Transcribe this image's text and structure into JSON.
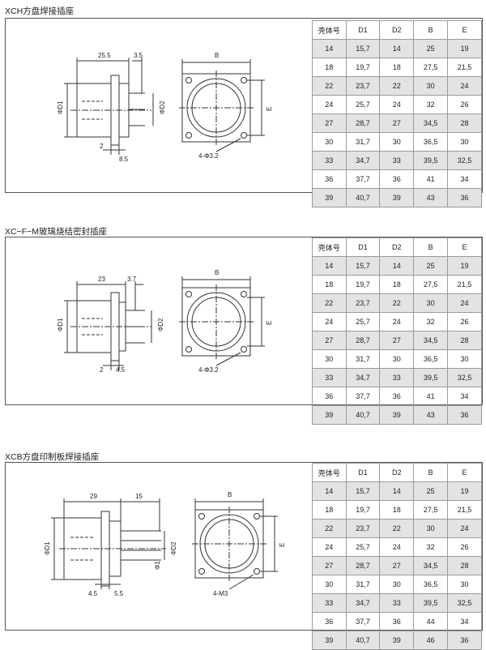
{
  "headers": [
    "壳体号",
    "D1",
    "D2",
    "B",
    "E"
  ],
  "sections": [
    {
      "title": "XCH方盘焊接插座",
      "dims": {
        "top_a": "25.5",
        "top_b": "3.5",
        "d1": "ΦD1",
        "d2": "ΦD2",
        "b": "B",
        "e": "E",
        "bot_a": "2",
        "bot_b": "8.5",
        "holes": "4-Φ3.2"
      },
      "rows": [
        [
          "14",
          "15,7",
          "14",
          "25",
          "19"
        ],
        [
          "18",
          "19,7",
          "18",
          "27,5",
          "21,5"
        ],
        [
          "22",
          "23,7",
          "22",
          "30",
          "24"
        ],
        [
          "24",
          "25,7",
          "24",
          "32",
          "26"
        ],
        [
          "27",
          "28,7",
          "27",
          "34,5",
          "28"
        ],
        [
          "30",
          "31,7",
          "30",
          "36,5",
          "30"
        ],
        [
          "33",
          "34,7",
          "33",
          "39,5",
          "32,5"
        ],
        [
          "36",
          "37,7",
          "36",
          "41",
          "34"
        ],
        [
          "39",
          "40,7",
          "39",
          "43",
          "36"
        ]
      ]
    },
    {
      "title": "XC−F−M玻璃烧结密封插座",
      "dims": {
        "top_a": "23",
        "top_b": "3.7",
        "d1": "ΦD1",
        "d2": "ΦD2",
        "b": "B",
        "e": "E",
        "bot_a": "2",
        "bot_b": "4.5",
        "holes": "4-Φ3.2"
      },
      "rows": [
        [
          "14",
          "15,7",
          "14",
          "25",
          "19"
        ],
        [
          "18",
          "19,7",
          "18",
          "27,5",
          "21,5"
        ],
        [
          "22",
          "23,7",
          "22",
          "30",
          "24"
        ],
        [
          "24",
          "25,7",
          "24",
          "32",
          "26"
        ],
        [
          "27",
          "28,7",
          "27",
          "34,5",
          "28"
        ],
        [
          "30",
          "31,7",
          "30",
          "36,5",
          "30"
        ],
        [
          "33",
          "34,7",
          "33",
          "39,5",
          "32,5"
        ],
        [
          "36",
          "37,7",
          "36",
          "41",
          "34"
        ],
        [
          "39",
          "40,7",
          "39",
          "43",
          "36"
        ]
      ]
    },
    {
      "title": "XCB方盘印制板焊接插座",
      "dims": {
        "top_a": "29",
        "top_b": "15",
        "d1": "ΦD1",
        "d2": "ΦD2",
        "b": "B",
        "e": "E",
        "bot_a": "4.5",
        "bot_b": "5.5",
        "holes": "4-M3",
        "pin": "Φ1"
      },
      "rows": [
        [
          "14",
          "15,7",
          "14",
          "25",
          "19"
        ],
        [
          "18",
          "19,7",
          "18",
          "27,5",
          "21,5"
        ],
        [
          "22",
          "23,7",
          "22",
          "30",
          "24"
        ],
        [
          "24",
          "25,7",
          "24",
          "32",
          "26"
        ],
        [
          "27",
          "28,7",
          "27",
          "34,5",
          "28"
        ],
        [
          "30",
          "31,7",
          "30",
          "36,5",
          "30"
        ],
        [
          "33",
          "34,7",
          "33",
          "39,5",
          "32,5"
        ],
        [
          "36",
          "37,7",
          "36",
          "44",
          "34"
        ],
        [
          "39",
          "40,7",
          "39",
          "46",
          "36"
        ]
      ]
    }
  ]
}
